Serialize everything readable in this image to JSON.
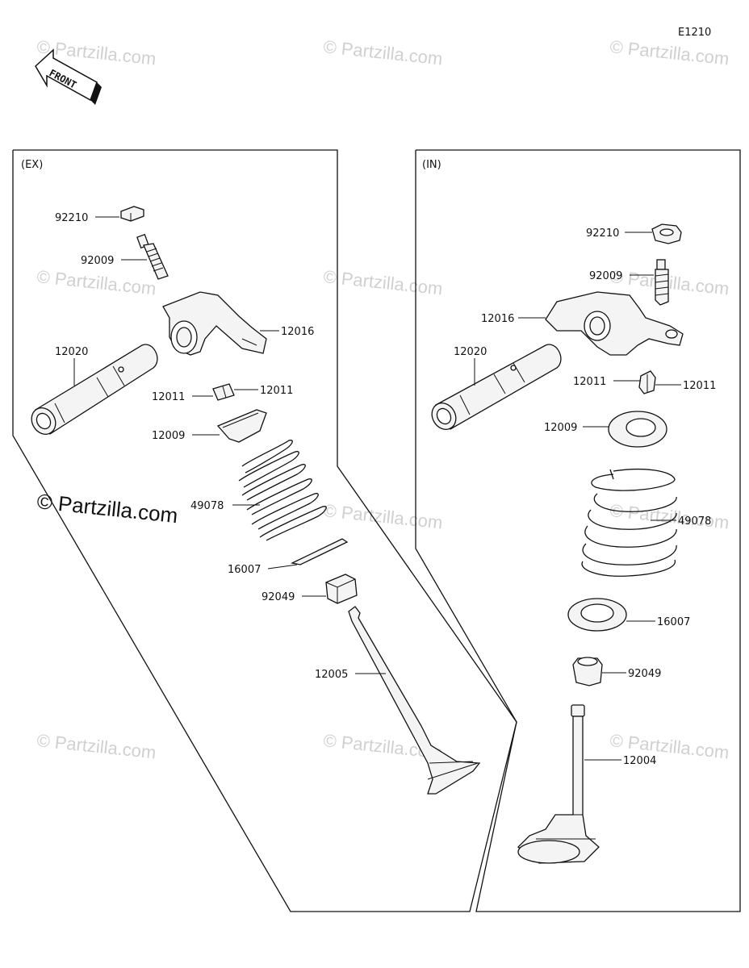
{
  "diagram_code": "E1210",
  "front_label": "FRONT",
  "ex_label": "(EX)",
  "in_label": "(IN)",
  "watermark": "© Partzilla.com",
  "watermark_main": "© Partzilla.com",
  "colors": {
    "line": "#111111",
    "part_fill": "#f4f4f4",
    "watermark": "#d0d0d0"
  },
  "ex_parts": {
    "nut": "92210",
    "screw": "92009",
    "rocker_arm": "12016",
    "shaft": "12020",
    "cotter_left": "12011",
    "cotter_right": "12011",
    "retainer": "12009",
    "spring": "49078",
    "seat": "16007",
    "seal": "92049",
    "valve": "12005"
  },
  "in_parts": {
    "nut": "92210",
    "screw": "92009",
    "rocker_arm": "12016",
    "shaft": "12020",
    "cotter_left": "12011",
    "cotter_right": "12011",
    "retainer": "12009",
    "spring": "49078",
    "seat": "16007",
    "seal": "92049",
    "valve": "12004"
  }
}
